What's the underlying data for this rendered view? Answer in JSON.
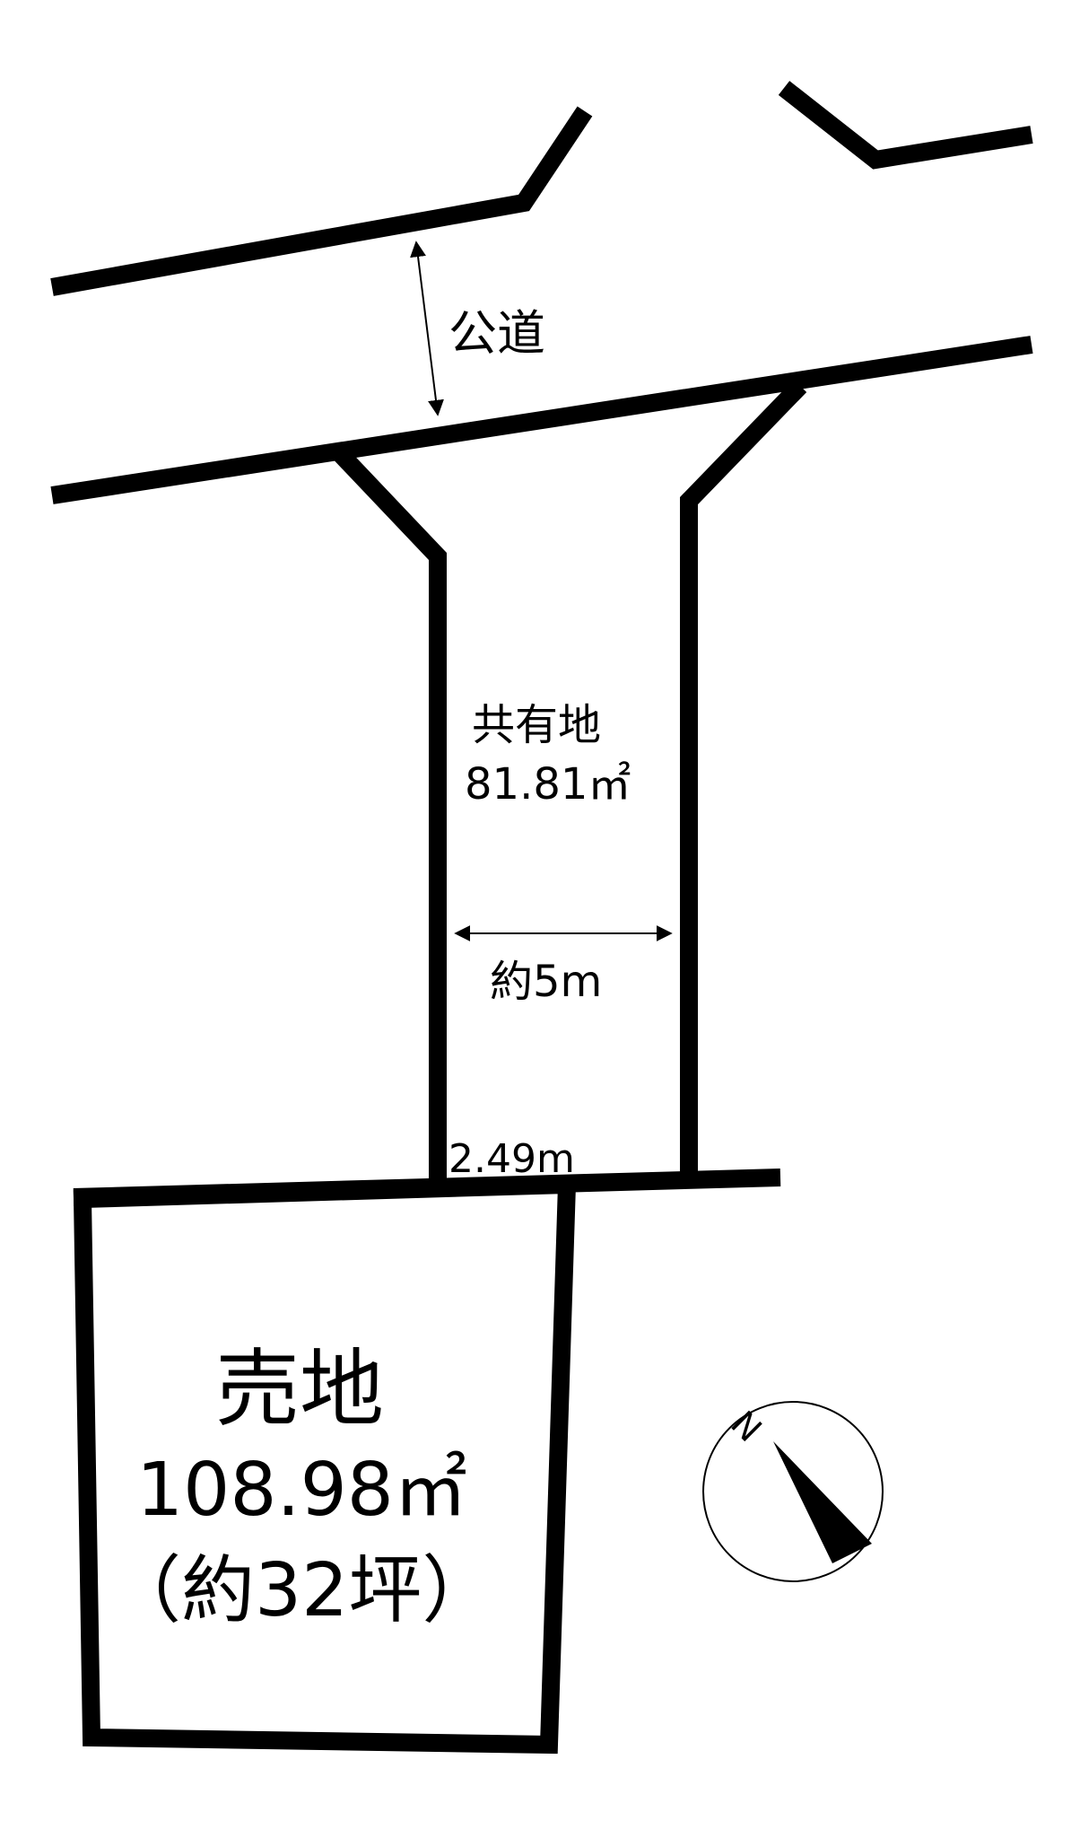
{
  "road": {
    "label": "公道"
  },
  "shared_land": {
    "label": "共有地",
    "area": "81.81㎡",
    "width_label": "約5m",
    "frontage_label": "2.49m"
  },
  "sale_land": {
    "label": "売地",
    "area": "108.98㎡",
    "tsubo": "（約32坪）"
  },
  "compass": {
    "north_label": "N"
  }
}
